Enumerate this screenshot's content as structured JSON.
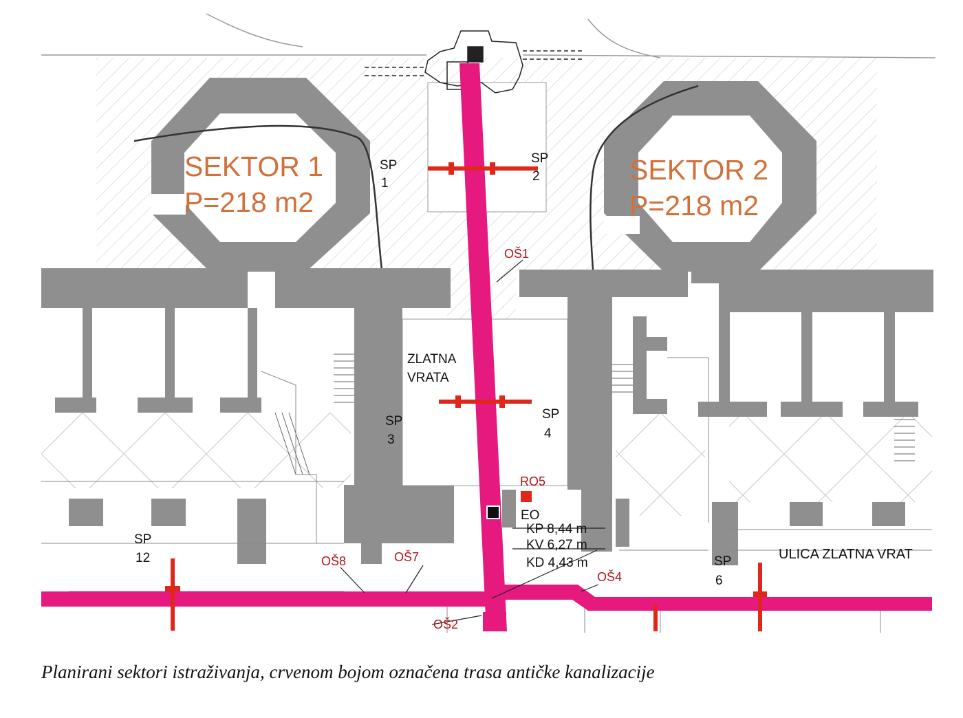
{
  "sectors": [
    {
      "id": "sektor-1",
      "title": "SEKTOR 1",
      "area": "P=218 m2"
    },
    {
      "id": "sektor-2",
      "title": "SEKTOR 2",
      "area": "P=218 m2"
    }
  ],
  "sp_labels": [
    {
      "id": "sp-1",
      "line1": "SP",
      "line2": "1"
    },
    {
      "id": "sp-2",
      "line1": "SP",
      "line2": "2"
    },
    {
      "id": "sp-3",
      "line1": "SP",
      "line2": "3"
    },
    {
      "id": "sp-4",
      "line1": "SP",
      "line2": "4"
    },
    {
      "id": "sp-6",
      "line1": "SP",
      "line2": "6"
    },
    {
      "id": "sp-12",
      "line1": "SP",
      "line2": "12"
    }
  ],
  "gate": {
    "line1": "ZLATNA",
    "line2": "VRATA"
  },
  "manholes": [
    "OŠ1",
    "OŠ2",
    "OŠ4",
    "OŠ7",
    "OŠ8"
  ],
  "ro_label": "RO5",
  "eo": {
    "label": "EO",
    "kp": "KP 8,44 m",
    "kv": "KV 6,27 m",
    "kd": "KD 4,43 m"
  },
  "street": "ULICA ZLATNA VRAT",
  "caption": "Planirani sektori istraživanja, crvenom bojom označena trasa antičke kanalizacije",
  "colors": {
    "wall": "#8f8f8f",
    "sewer": "#e6197e",
    "sector_text": "#d2703a",
    "label_red": "#b3121a",
    "hatch": "#c8c8c8"
  }
}
